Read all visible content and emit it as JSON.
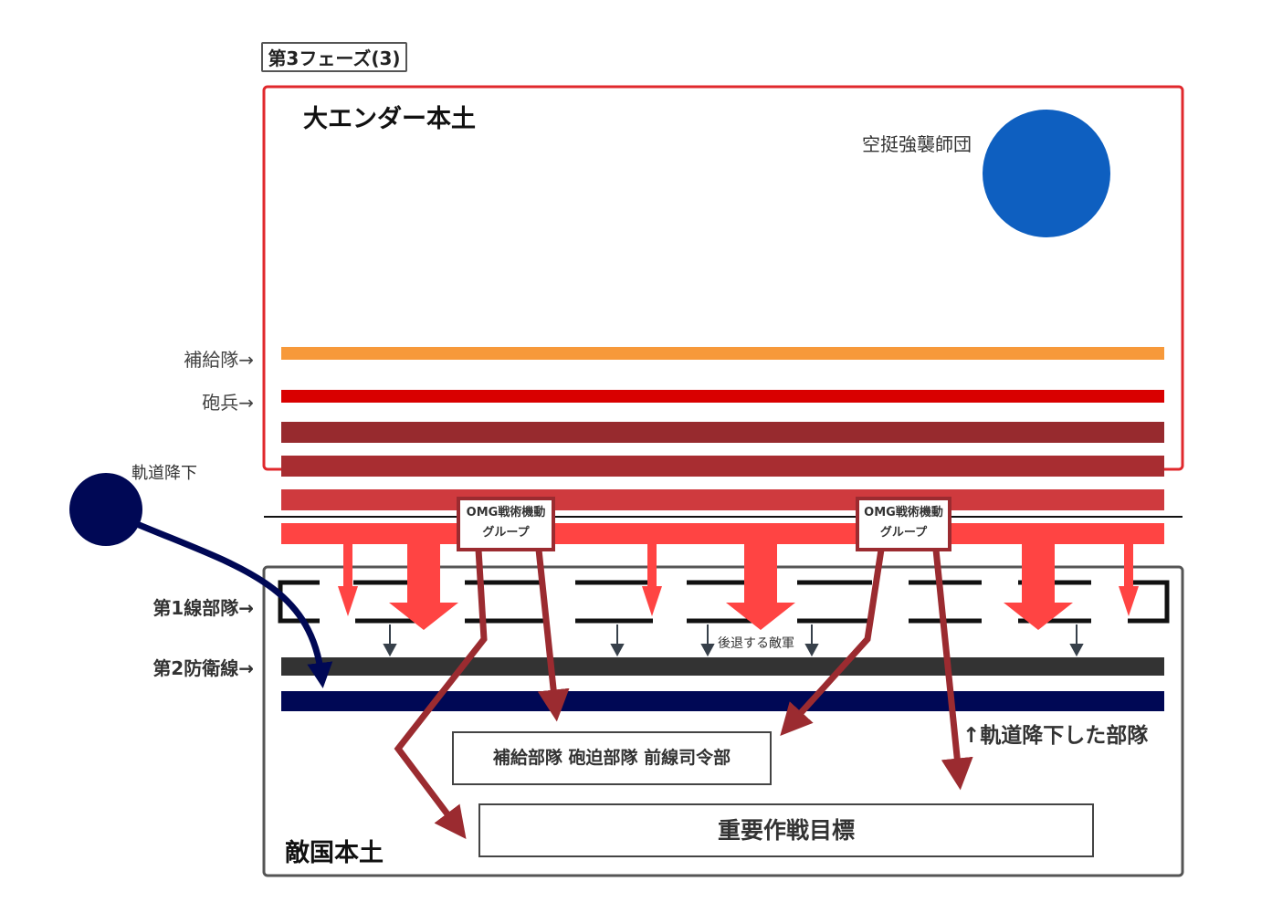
{
  "phase_label": "第3フェーズ(3)",
  "home_region": {
    "title": "大エンダー本土"
  },
  "airborne_division": {
    "label": "空挺強襲師団",
    "color": "#0e5fc0"
  },
  "orbital_drop": {
    "label": "軌道降下",
    "color": "#000855"
  },
  "side_labels": {
    "supply": "補給隊→",
    "artillery": "砲兵→",
    "first_line": "第1線部隊→",
    "second_line": "第2防衛線→"
  },
  "omg_groups": [
    {
      "line1": "OMG戦術機動",
      "line2": "グループ"
    },
    {
      "line1": "OMG戦術機動",
      "line2": "グループ"
    }
  ],
  "retreat_label": "後退する敵軍",
  "orbital_units_label": "↑軌道降下した部隊",
  "rear_targets_label": "補給部隊 砲迫部隊 前線司令部",
  "key_objective_label": "重要作戦目標",
  "enemy_region": {
    "title": "敵国本土"
  },
  "colors": {
    "home_border": "#e0282c",
    "supply_band": "#f7993a",
    "artillery_band": "#d90000",
    "band_dark": "#972a2e",
    "band_mid": "#a82d31",
    "band_light": "#cf3a3e",
    "band_front": "#ff4443",
    "omg_arrow": "#9b2b30",
    "second_line_band": "#333333",
    "navy_band": "#000855"
  }
}
